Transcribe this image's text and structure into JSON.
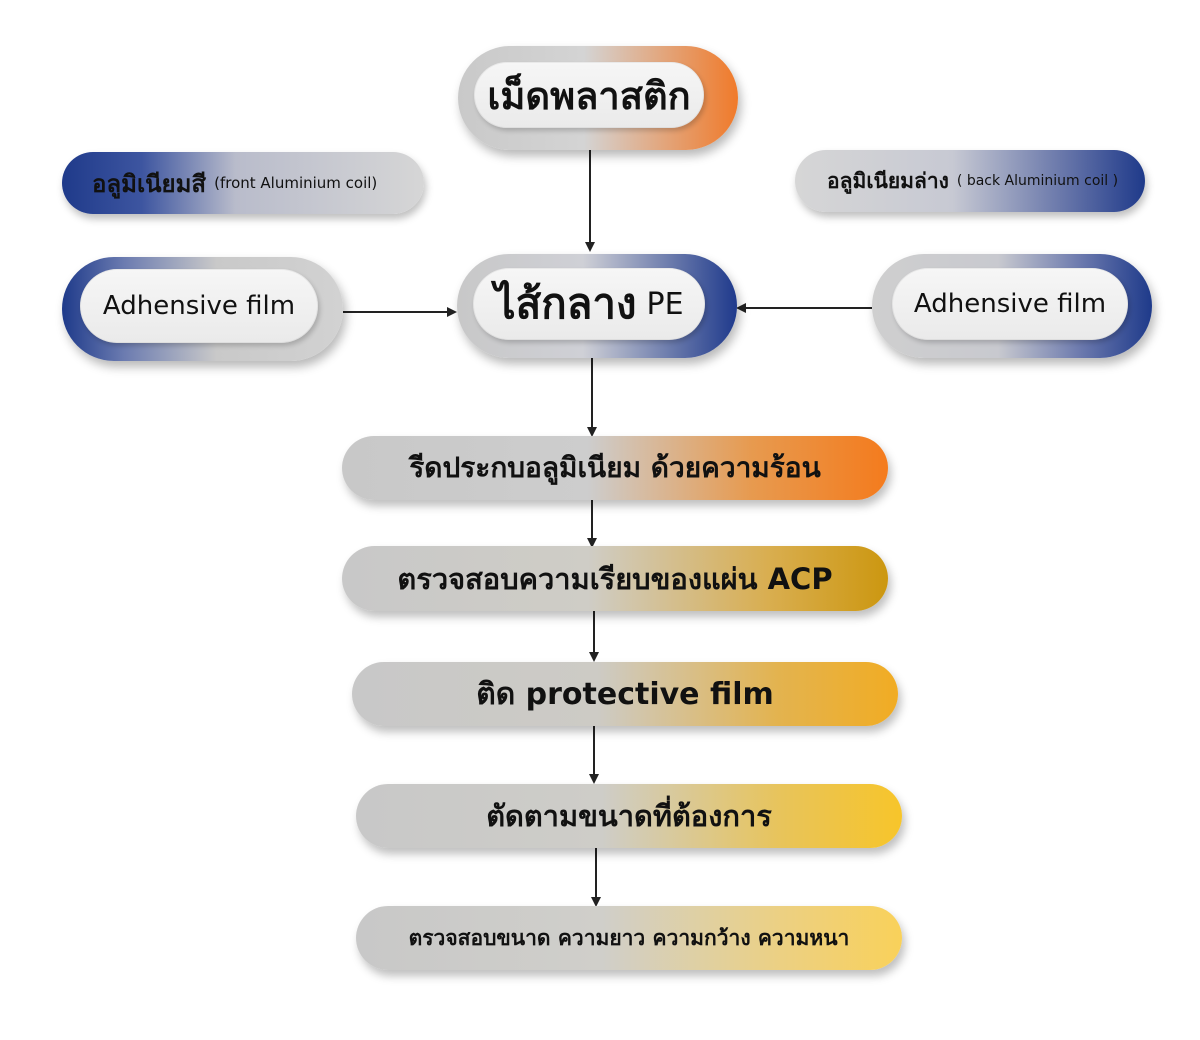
{
  "nodes": {
    "plastic": "เม็ดพลาสติก",
    "front_coil_main": "อลูมิเนียมสี",
    "front_coil_sub": "(front Aluminium coil)",
    "back_coil_main": "อลูมิเนียมล่าง",
    "back_coil_sub": "( back Aluminium coil )",
    "adhesive_left": "Adhensive film",
    "adhesive_right": "Adhensive film",
    "core_main": "ไส้กลาง",
    "core_sub": "PE"
  },
  "steps": [
    "รีดประกบอลูมิเนียม ด้วยความร้อน",
    "ตรวจสอบความเรียบของแผ่น ACP",
    "ติด protective film",
    "ตัดตามขนาดที่ต้องการ",
    "ตรวจสอบขนาด ความยาว ความกว้าง ความหนา"
  ],
  "colors": {
    "orange": "#f07a2a",
    "navy": "#1e3a8a",
    "gray": "#c9c9c9",
    "gold": "#d9a018",
    "yellow": "#f7c731"
  }
}
